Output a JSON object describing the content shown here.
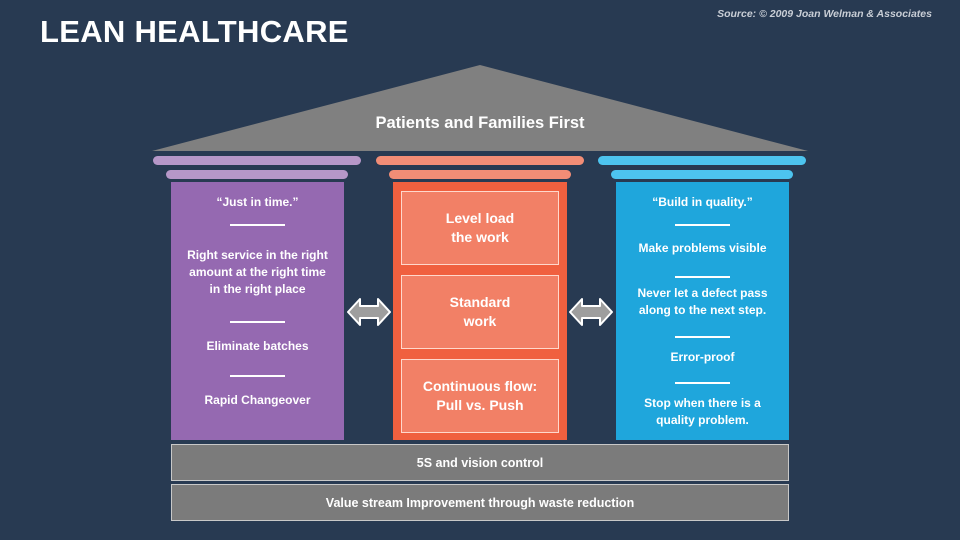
{
  "header": {
    "title": "LEAN HEALTHCARE",
    "source": "Source: © 2009 Joan Welman & Associates"
  },
  "roof": {
    "label": "Patients and Families First",
    "color": "#808080"
  },
  "pillars": {
    "left": {
      "color": "#9569b1",
      "cap_color": "#b697c8",
      "items": [
        "“Just in time.”",
        "Right service in the right amount at the right time in the right place",
        "Eliminate batches",
        "Rapid Changeover"
      ]
    },
    "center": {
      "color": "#f0603f",
      "cap_color": "#f28d76",
      "boxes": [
        "Level load\nthe work",
        "Standard\nwork",
        "Continuous flow:\nPull vs. Push"
      ]
    },
    "right": {
      "color": "#1fa6dc",
      "cap_color": "#4dc4ef",
      "items": [
        "“Build in quality.”",
        "Make problems visible",
        "Never let a defect pass along to the next step.",
        "Error-proof",
        "Stop when there is a quality problem."
      ]
    }
  },
  "foundation": {
    "row1": "5S and vision control",
    "row2": "Value stream Improvement through waste reduction",
    "color": "#7b7b7b"
  },
  "connectors": {
    "icon": "double-arrow-icon",
    "color": "#9e9e9e"
  }
}
